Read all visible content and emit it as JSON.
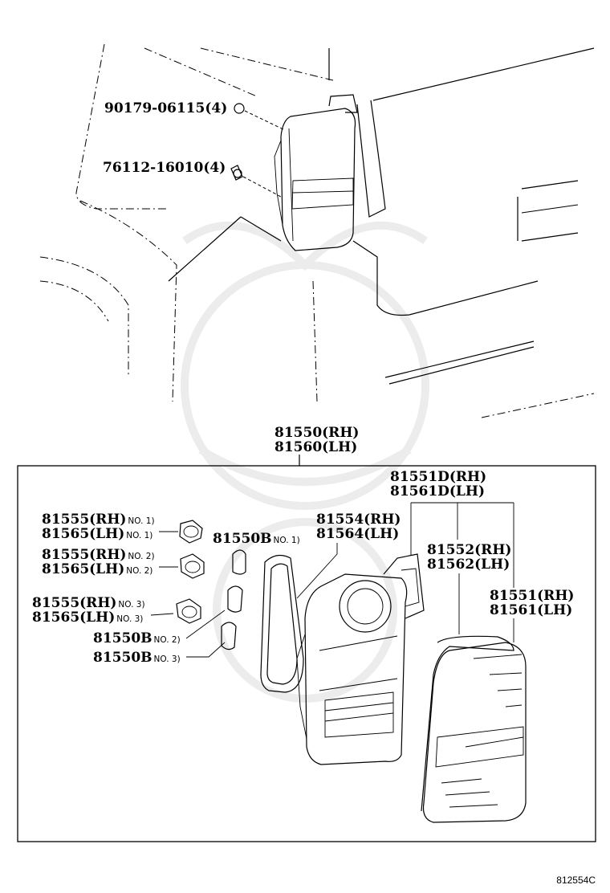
{
  "labels": {
    "nut": "90179-06115(4)",
    "clip": "76112-16010(4)",
    "assy_rh": "81550(RH)",
    "assy_lh": "81560(LH)",
    "lens_body_rh": "81551D(RH)",
    "lens_body_lh": "81561D(LH)",
    "housing_rh": "81554(RH)",
    "housing_lh": "81564(LH)",
    "gasket_rh": "81552(RH)",
    "gasket_lh": "81562(LH)",
    "lens_rh": "81551(RH)",
    "lens_lh": "81561(LH)",
    "socket1_rh": "81555(RH)",
    "socket1_rh_no": "NO. 1)",
    "socket1_lh": "81565(LH)",
    "socket1_lh_no": "NO. 1)",
    "socket2_rh": "81555(RH)",
    "socket2_rh_no": "NO. 2)",
    "socket2_lh": "81565(LH)",
    "socket2_lh_no": "NO. 2)",
    "socket3_rh": "81555(RH)",
    "socket3_rh_no": "NO. 3)",
    "socket3_lh": "81565(LH)",
    "socket3_lh_no": "NO. 3)",
    "bulb1": "81550B",
    "bulb1_no": "NO. 1)",
    "bulb2": "81550B",
    "bulb2_no": "NO. 2)",
    "bulb3": "81550B",
    "bulb3_no": "NO. 3)",
    "ref_code": "812554C"
  }
}
